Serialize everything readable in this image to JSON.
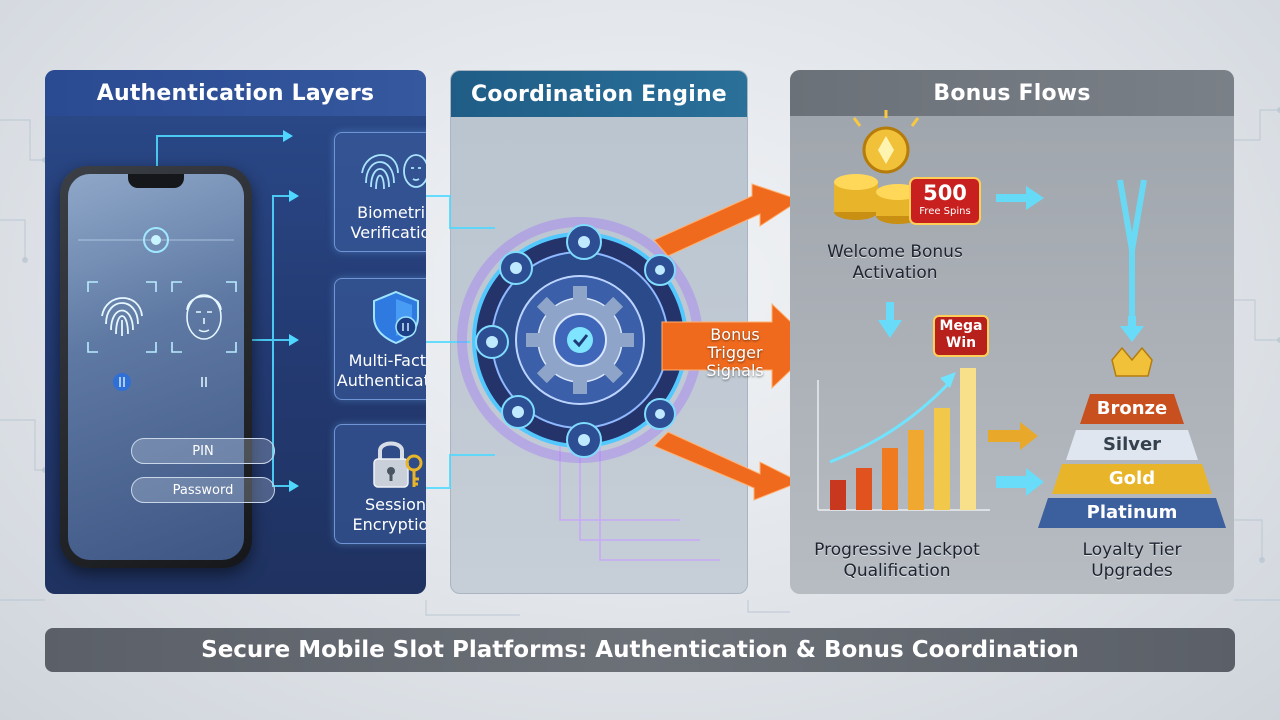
{
  "title": "Secure Mobile Slot Platforms: Authentication & Bonus Coordination",
  "panels": {
    "auth": {
      "title": "Authentication Layers",
      "pin_label": "PIN",
      "password_label": "Password",
      "cards": [
        {
          "line1": "Biometric",
          "line2": "Verification",
          "icon": "fingerprint-face-icon"
        },
        {
          "line1": "Multi-Factor",
          "line2": "Authentication",
          "icon": "shield-icon"
        },
        {
          "line1": "Session",
          "line2": "Encryption",
          "icon": "padlock-key-icon"
        }
      ]
    },
    "coord": {
      "title": "Coordination Engine",
      "signal_line1": "Bonus",
      "signal_line2": "Trigger",
      "signal_line3": "Signals"
    },
    "bonus": {
      "title": "Bonus Flows",
      "spins_value": "500",
      "spins_label": "Free Spins",
      "welcome_line1": "Welcome Bonus",
      "welcome_line2": "Activation",
      "mega_line1": "Mega",
      "mega_line2": "Win",
      "jackpot_line1": "Progressive Jackpot",
      "jackpot_line2": "Qualification",
      "loyalty_line1": "Loyalty Tier",
      "loyalty_line2": "Upgrades",
      "tiers": [
        "Bronze",
        "Silver",
        "Gold",
        "Platinum"
      ]
    }
  },
  "colors": {
    "auth_panel": "#2b4a8a",
    "coord_header": "#1f5d86",
    "bonus_header": "#6b7178",
    "accent_cyan": "#4fd8ff",
    "accent_orange": "#f06a1e",
    "gold": "#e8b52a"
  }
}
